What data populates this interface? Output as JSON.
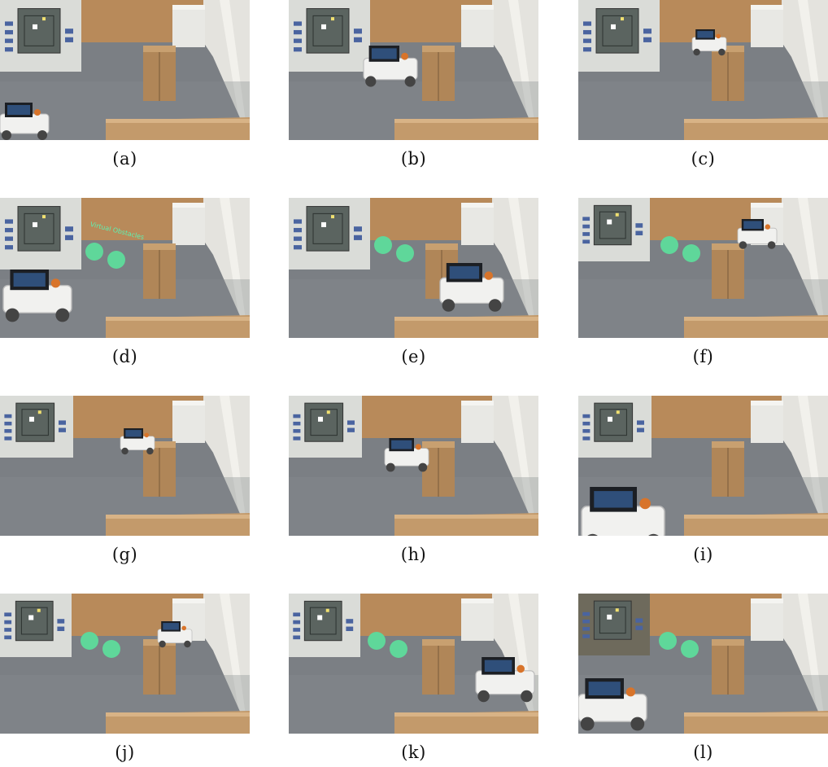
{
  "panels": [
    {
      "caption": "(a)",
      "letter": "a",
      "inset": "large",
      "robot": "laptop-left",
      "circles": false
    },
    {
      "caption": "(b)",
      "letter": "b",
      "inset": "large",
      "robot": "robot-mid",
      "circles": false
    },
    {
      "caption": "(c)",
      "letter": "c",
      "inset": "large",
      "robot": "robot-far",
      "circles": false
    },
    {
      "caption": "(d)",
      "letter": "d",
      "inset": "large",
      "robot": "robot-near-left",
      "circles": true,
      "circle_label": "Virtual Obstacles"
    },
    {
      "caption": "(e)",
      "letter": "e",
      "inset": "large",
      "robot": "robot-near-right",
      "circles": true
    },
    {
      "caption": "(f)",
      "letter": "f",
      "inset": "medium",
      "robot": "robot-far-right",
      "circles": true
    },
    {
      "caption": "(g)",
      "letter": "g",
      "inset": "small",
      "robot": "robot-behind-box",
      "circles": false
    },
    {
      "caption": "(h)",
      "letter": "h",
      "inset": "small",
      "robot": "robot-mid-left",
      "circles": false
    },
    {
      "caption": "(i)",
      "letter": "i",
      "inset": "small",
      "robot": "robot-near-bottom",
      "circles": false
    },
    {
      "caption": "(j)",
      "letter": "j",
      "inset": "medium",
      "robot": "robot-behind-box-right",
      "circles": true
    },
    {
      "caption": "(k)",
      "letter": "k",
      "inset": "medium",
      "robot": "robot-right",
      "circles": true
    },
    {
      "caption": "(l)",
      "letter": "l",
      "inset": "small-dark",
      "robot": "laptop-bottom-left",
      "circles": true
    }
  ],
  "colors": {
    "floor": "#7b7f84",
    "wall": "#b88a5a",
    "box": "#b08658",
    "circle": "#5fd79a",
    "inset_bg": "#dadcd8",
    "inset_map": "#5b6460"
  }
}
